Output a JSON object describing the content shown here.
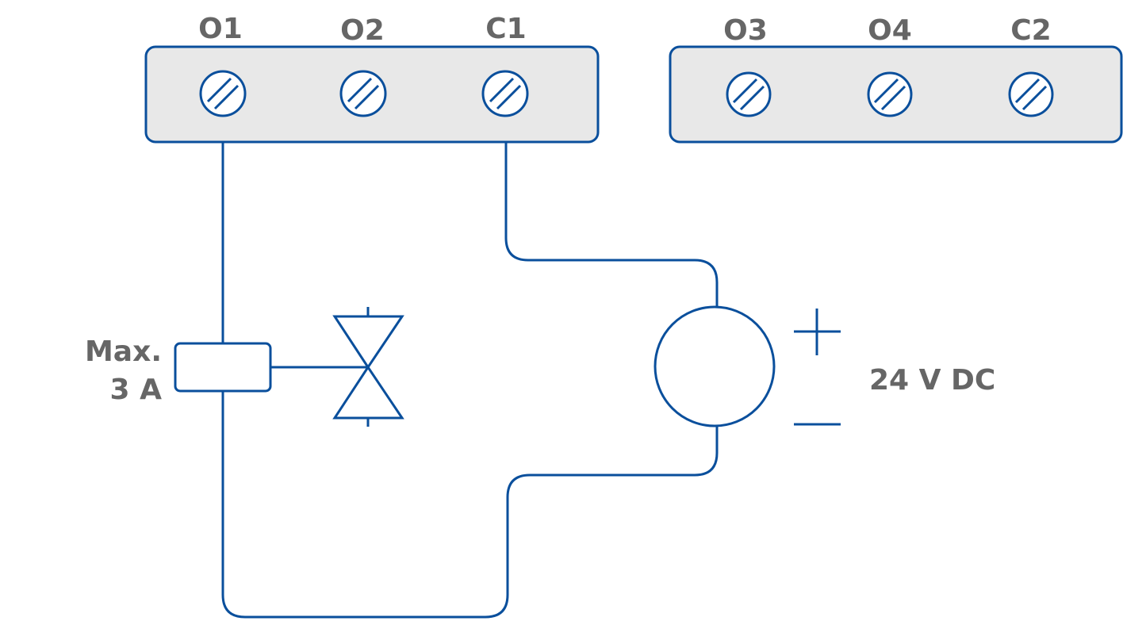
{
  "terminals_left": {
    "o1": "O1",
    "o2": "O2",
    "c1": "C1"
  },
  "terminals_right": {
    "o3": "O3",
    "o4": "O4",
    "c2": "C2"
  },
  "fuse": {
    "line1": "Max.",
    "line2": "3 A"
  },
  "supply": {
    "voltage": "24 V DC",
    "plus_symbol": "+",
    "minus_symbol": "−"
  },
  "colors": {
    "wire": "#0a4f9c",
    "block_fill": "#e8e8e8",
    "label_text": "#666666"
  }
}
